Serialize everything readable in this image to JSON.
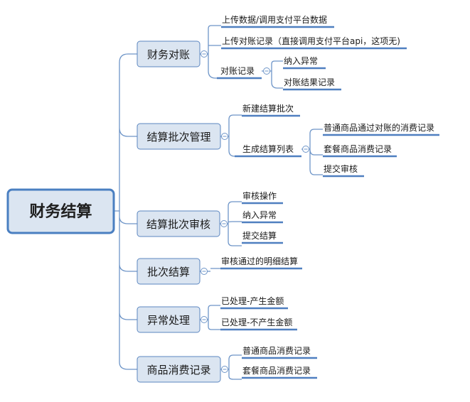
{
  "root": {
    "label": "财务结算"
  },
  "branches": [
    {
      "id": "reconcile",
      "label": "财务对账",
      "children": [
        {
          "label": "上传数据/调用支付平台数据"
        },
        {
          "label": "上传对账记录（直接调用支付平台api，这项无)"
        },
        {
          "label": "对账记录",
          "children": [
            {
              "label": "纳入异常"
            },
            {
              "label": "对账结果记录"
            }
          ]
        }
      ]
    },
    {
      "id": "batch-manage",
      "label": "结算批次管理",
      "children": [
        {
          "label": "新建结算批次"
        },
        {
          "label": "生成结算列表",
          "children": [
            {
              "label": "普通商品通过对账的消费记录"
            },
            {
              "label": "套餐商品消费记录"
            },
            {
              "label": "提交审核"
            }
          ]
        }
      ]
    },
    {
      "id": "batch-review",
      "label": "结算批次审核",
      "children": [
        {
          "label": "审核操作"
        },
        {
          "label": "纳入异常"
        },
        {
          "label": "提交结算"
        }
      ]
    },
    {
      "id": "batch-settle",
      "label": "批次结算",
      "children": [
        {
          "label": "审核通过的明细结算"
        }
      ]
    },
    {
      "id": "exception",
      "label": "异常处理",
      "children": [
        {
          "label": "已处理-产生金额"
        },
        {
          "label": "已处理-不产生金额"
        }
      ]
    },
    {
      "id": "consume",
      "label": "商品消费记录",
      "children": [
        {
          "label": "普通商品消费记录"
        },
        {
          "label": "套餐商品消费记录"
        }
      ]
    }
  ]
}
